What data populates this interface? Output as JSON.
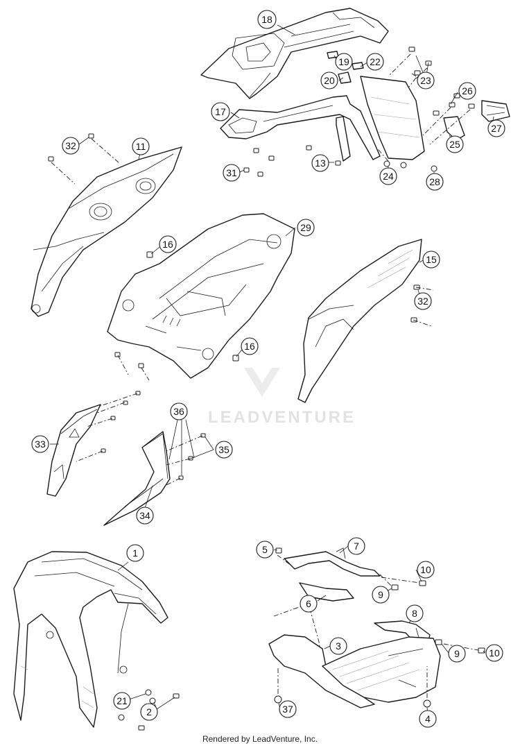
{
  "watermark": "LEADVENTURE",
  "credit": "Rendered by LeadVenture, Inc.",
  "callouts": [
    {
      "id": "c18",
      "label": "18"
    },
    {
      "id": "c19",
      "label": "19"
    },
    {
      "id": "c22",
      "label": "22"
    },
    {
      "id": "c20",
      "label": "20"
    },
    {
      "id": "c23",
      "label": "23"
    },
    {
      "id": "c17",
      "label": "17"
    },
    {
      "id": "c26",
      "label": "26"
    },
    {
      "id": "c27",
      "label": "27"
    },
    {
      "id": "c25",
      "label": "25"
    },
    {
      "id": "c32a",
      "label": "32"
    },
    {
      "id": "c11",
      "label": "11"
    },
    {
      "id": "c13",
      "label": "13"
    },
    {
      "id": "c31",
      "label": "31"
    },
    {
      "id": "c24",
      "label": "24"
    },
    {
      "id": "c28",
      "label": "28"
    },
    {
      "id": "c29",
      "label": "29"
    },
    {
      "id": "c16a",
      "label": "16"
    },
    {
      "id": "c15",
      "label": "15"
    },
    {
      "id": "c32b",
      "label": "32"
    },
    {
      "id": "c16b",
      "label": "16"
    },
    {
      "id": "c36",
      "label": "36"
    },
    {
      "id": "c33",
      "label": "33"
    },
    {
      "id": "c35",
      "label": "35"
    },
    {
      "id": "c34",
      "label": "34"
    },
    {
      "id": "c1",
      "label": "1"
    },
    {
      "id": "c5",
      "label": "5"
    },
    {
      "id": "c7",
      "label": "7"
    },
    {
      "id": "c10a",
      "label": "10"
    },
    {
      "id": "c9a",
      "label": "9"
    },
    {
      "id": "c6",
      "label": "6"
    },
    {
      "id": "c8",
      "label": "8"
    },
    {
      "id": "c3",
      "label": "3"
    },
    {
      "id": "c9b",
      "label": "9"
    },
    {
      "id": "c10b",
      "label": "10"
    },
    {
      "id": "c21",
      "label": "21"
    },
    {
      "id": "c2",
      "label": "2"
    },
    {
      "id": "c37",
      "label": "37"
    },
    {
      "id": "c4",
      "label": "4"
    }
  ]
}
